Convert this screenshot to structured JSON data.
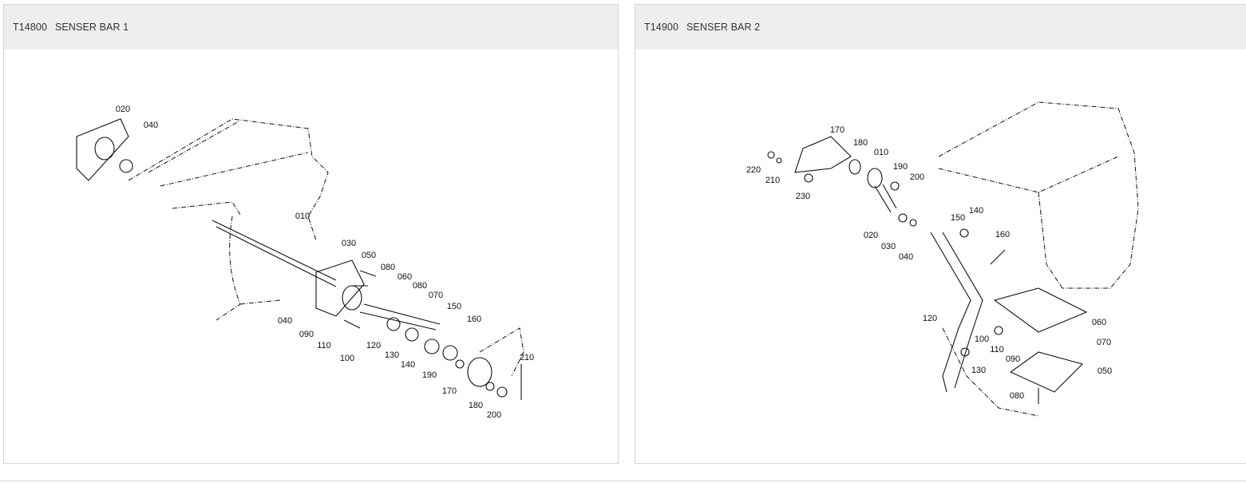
{
  "panels": [
    {
      "code": "T14800",
      "title": "SENSER BAR 1",
      "part_labels": [
        "020",
        "040",
        "010",
        "030",
        "050",
        "080",
        "060",
        "080",
        "070",
        "150",
        "160",
        "210",
        "040",
        "090",
        "110",
        "100",
        "120",
        "130",
        "140",
        "190",
        "170",
        "180",
        "200"
      ]
    },
    {
      "code": "T14900",
      "title": "SENSER BAR 2",
      "part_labels": [
        "170",
        "180",
        "010",
        "190",
        "200",
        "220",
        "210",
        "230",
        "150",
        "140",
        "160",
        "020",
        "030",
        "040",
        "060",
        "070",
        "050",
        "100",
        "110",
        "090",
        "120",
        "130",
        "080"
      ]
    }
  ]
}
